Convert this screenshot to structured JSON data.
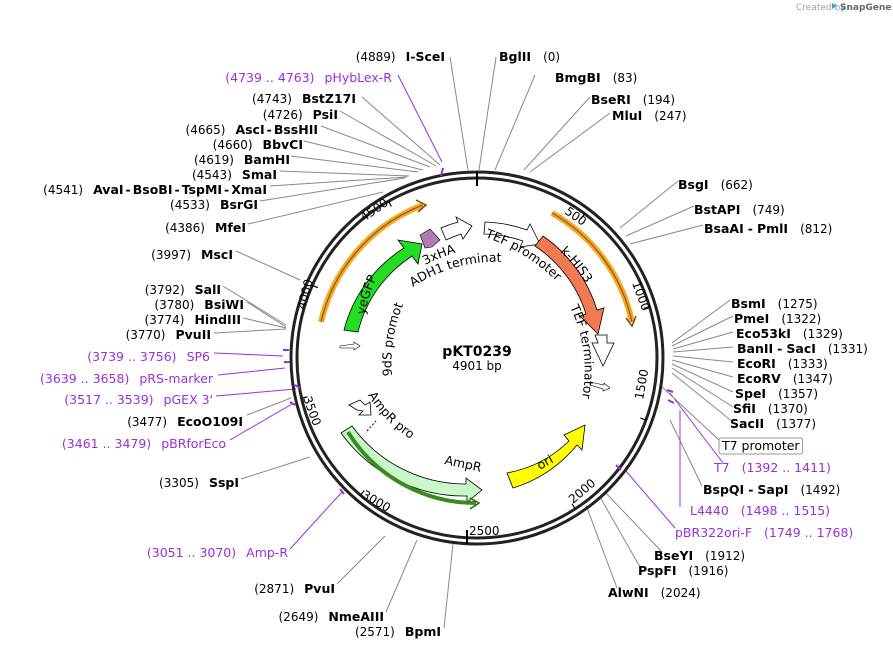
{
  "credit": {
    "prefix": "Created by",
    "brand": "SnapGene"
  },
  "plasmid": {
    "name": "pKT0239",
    "size": "4901 bp"
  },
  "ticks": [
    "500",
    "1000",
    "1500",
    "2000",
    "2500",
    "3000",
    "3500",
    "4000",
    "4500"
  ],
  "features": {
    "yegfp": "yeGFP",
    "khis3": "k-HIS3",
    "ampr": "AmpR",
    "ori": "ori",
    "tef_promoter": "TEF promoter",
    "tef_terminator": "TEF terminator",
    "adh1_terminator": "ADH1 terminator",
    "three_xha": "3xHA",
    "pgal_promoter": "9dS promoter",
    "ampr_promoter": "AmpR promoter"
  },
  "left_labels": [
    {
      "pos": "(4889)",
      "name": "I-SceI"
    },
    {
      "pos": "(4739 .. 4763)",
      "name": "pHybLex-R",
      "primer": true
    },
    {
      "pos": "(4743)",
      "name": "BstZ17I"
    },
    {
      "pos": "(4726)",
      "name": "PsiI"
    },
    {
      "pos": "(4665)",
      "name": "AscI",
      "name2": "BssHII"
    },
    {
      "pos": "(4660)",
      "name": "BbvCI"
    },
    {
      "pos": "(4619)",
      "name": "BamHI"
    },
    {
      "pos": "(4543)",
      "name": "SmaI"
    },
    {
      "pos": "(4541)",
      "name": "AvaI",
      "name2": "BsoBI",
      "name3": "TspMI",
      "name4": "XmaI"
    },
    {
      "pos": "(4533)",
      "name": "BsrGI"
    },
    {
      "pos": "(4386)",
      "name": "MfeI"
    },
    {
      "pos": "(3997)",
      "name": "MscI"
    },
    {
      "pos": "(3792)",
      "name": "SalI"
    },
    {
      "pos": "(3780)",
      "name": "BsiWI"
    },
    {
      "pos": "(3774)",
      "name": "HindIII"
    },
    {
      "pos": "(3770)",
      "name": "PvuII"
    },
    {
      "pos": "(3739 .. 3756)",
      "name": "SP6",
      "primer": true
    },
    {
      "pos": "(3639 .. 3658)",
      "name": "pRS-marker",
      "primer": true
    },
    {
      "pos": "(3517 .. 3539)",
      "name": "pGEX 3'",
      "primer": true
    },
    {
      "pos": "(3477)",
      "name": "EcoO109I"
    },
    {
      "pos": "(3461 .. 3479)",
      "name": "pBRforEco",
      "primer": true
    },
    {
      "pos": "(3305)",
      "name": "SspI"
    },
    {
      "pos": "(3051 .. 3070)",
      "name": "Amp-R",
      "primer": true
    },
    {
      "pos": "(2871)",
      "name": "PvuI"
    },
    {
      "pos": "(2649)",
      "name": "NmeAIII"
    },
    {
      "pos": "(2571)",
      "name": "BpmI"
    }
  ],
  "right_labels": [
    {
      "name": "BglII",
      "pos": "(0)"
    },
    {
      "name": "BmgBI",
      "pos": "(83)"
    },
    {
      "name": "BseRI",
      "pos": "(194)"
    },
    {
      "name": "MluI",
      "pos": "(247)"
    },
    {
      "name": "BsgI",
      "pos": "(662)"
    },
    {
      "name": "BstAPI",
      "pos": "(749)"
    },
    {
      "name": "BsaAI",
      "name2": "PmlI",
      "pos": "(812)"
    },
    {
      "name": "BsmI",
      "pos": "(1275)"
    },
    {
      "name": "PmeI",
      "pos": "(1322)"
    },
    {
      "name": "Eco53kI",
      "pos": "(1329)"
    },
    {
      "name": "BanII",
      "name2": "SacI",
      "pos": "(1331)"
    },
    {
      "name": "EcoRI",
      "pos": "(1333)"
    },
    {
      "name": "EcoRV",
      "pos": "(1347)"
    },
    {
      "name": "SpeI",
      "pos": "(1357)"
    },
    {
      "name": "SfiI",
      "pos": "(1370)"
    },
    {
      "name": "SacII",
      "pos": "(1377)"
    },
    {
      "name": "T7 promoter",
      "boxed": true
    },
    {
      "name": "T7",
      "pos": "(1392 .. 1411)",
      "primer": true
    },
    {
      "name": "BspQI",
      "name2": "SapI",
      "pos": "(1492)"
    },
    {
      "name": "L4440",
      "pos": "(1498 .. 1515)",
      "primer": true
    },
    {
      "name": "pBR322ori-F",
      "pos": "(1749 .. 1768)",
      "primer": true
    },
    {
      "name": "BseYI",
      "pos": "(1912)"
    },
    {
      "name": "PspFI",
      "pos": "(1916)"
    },
    {
      "name": "AlwNI",
      "pos": "(2024)"
    }
  ]
}
